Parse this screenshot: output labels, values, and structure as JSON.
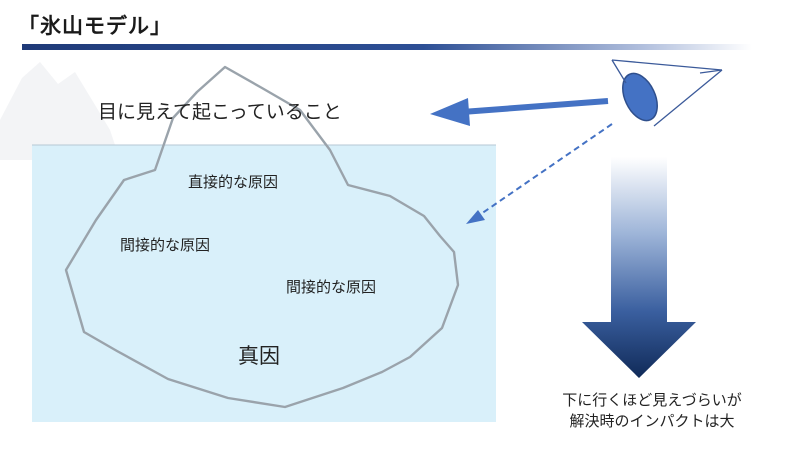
{
  "slide": {
    "title": "「氷山モデル」",
    "visible_label": "目に見えて起こっていること",
    "direct_cause": "直接的な原因",
    "indirect_cause_1": "間接的な原因",
    "indirect_cause_2": "間接的な原因",
    "root_cause": "真因",
    "caption_line_1": "下に行くほど見えづらいが",
    "caption_line_2": "解決時のインパクトは大"
  },
  "colors": {
    "accent": "#2d4f95",
    "water": "#d9f0fa",
    "iceberg_outline": "#9aa3ab",
    "arrow_blue": "#4472c4",
    "arrow_dark": "#13305f"
  }
}
